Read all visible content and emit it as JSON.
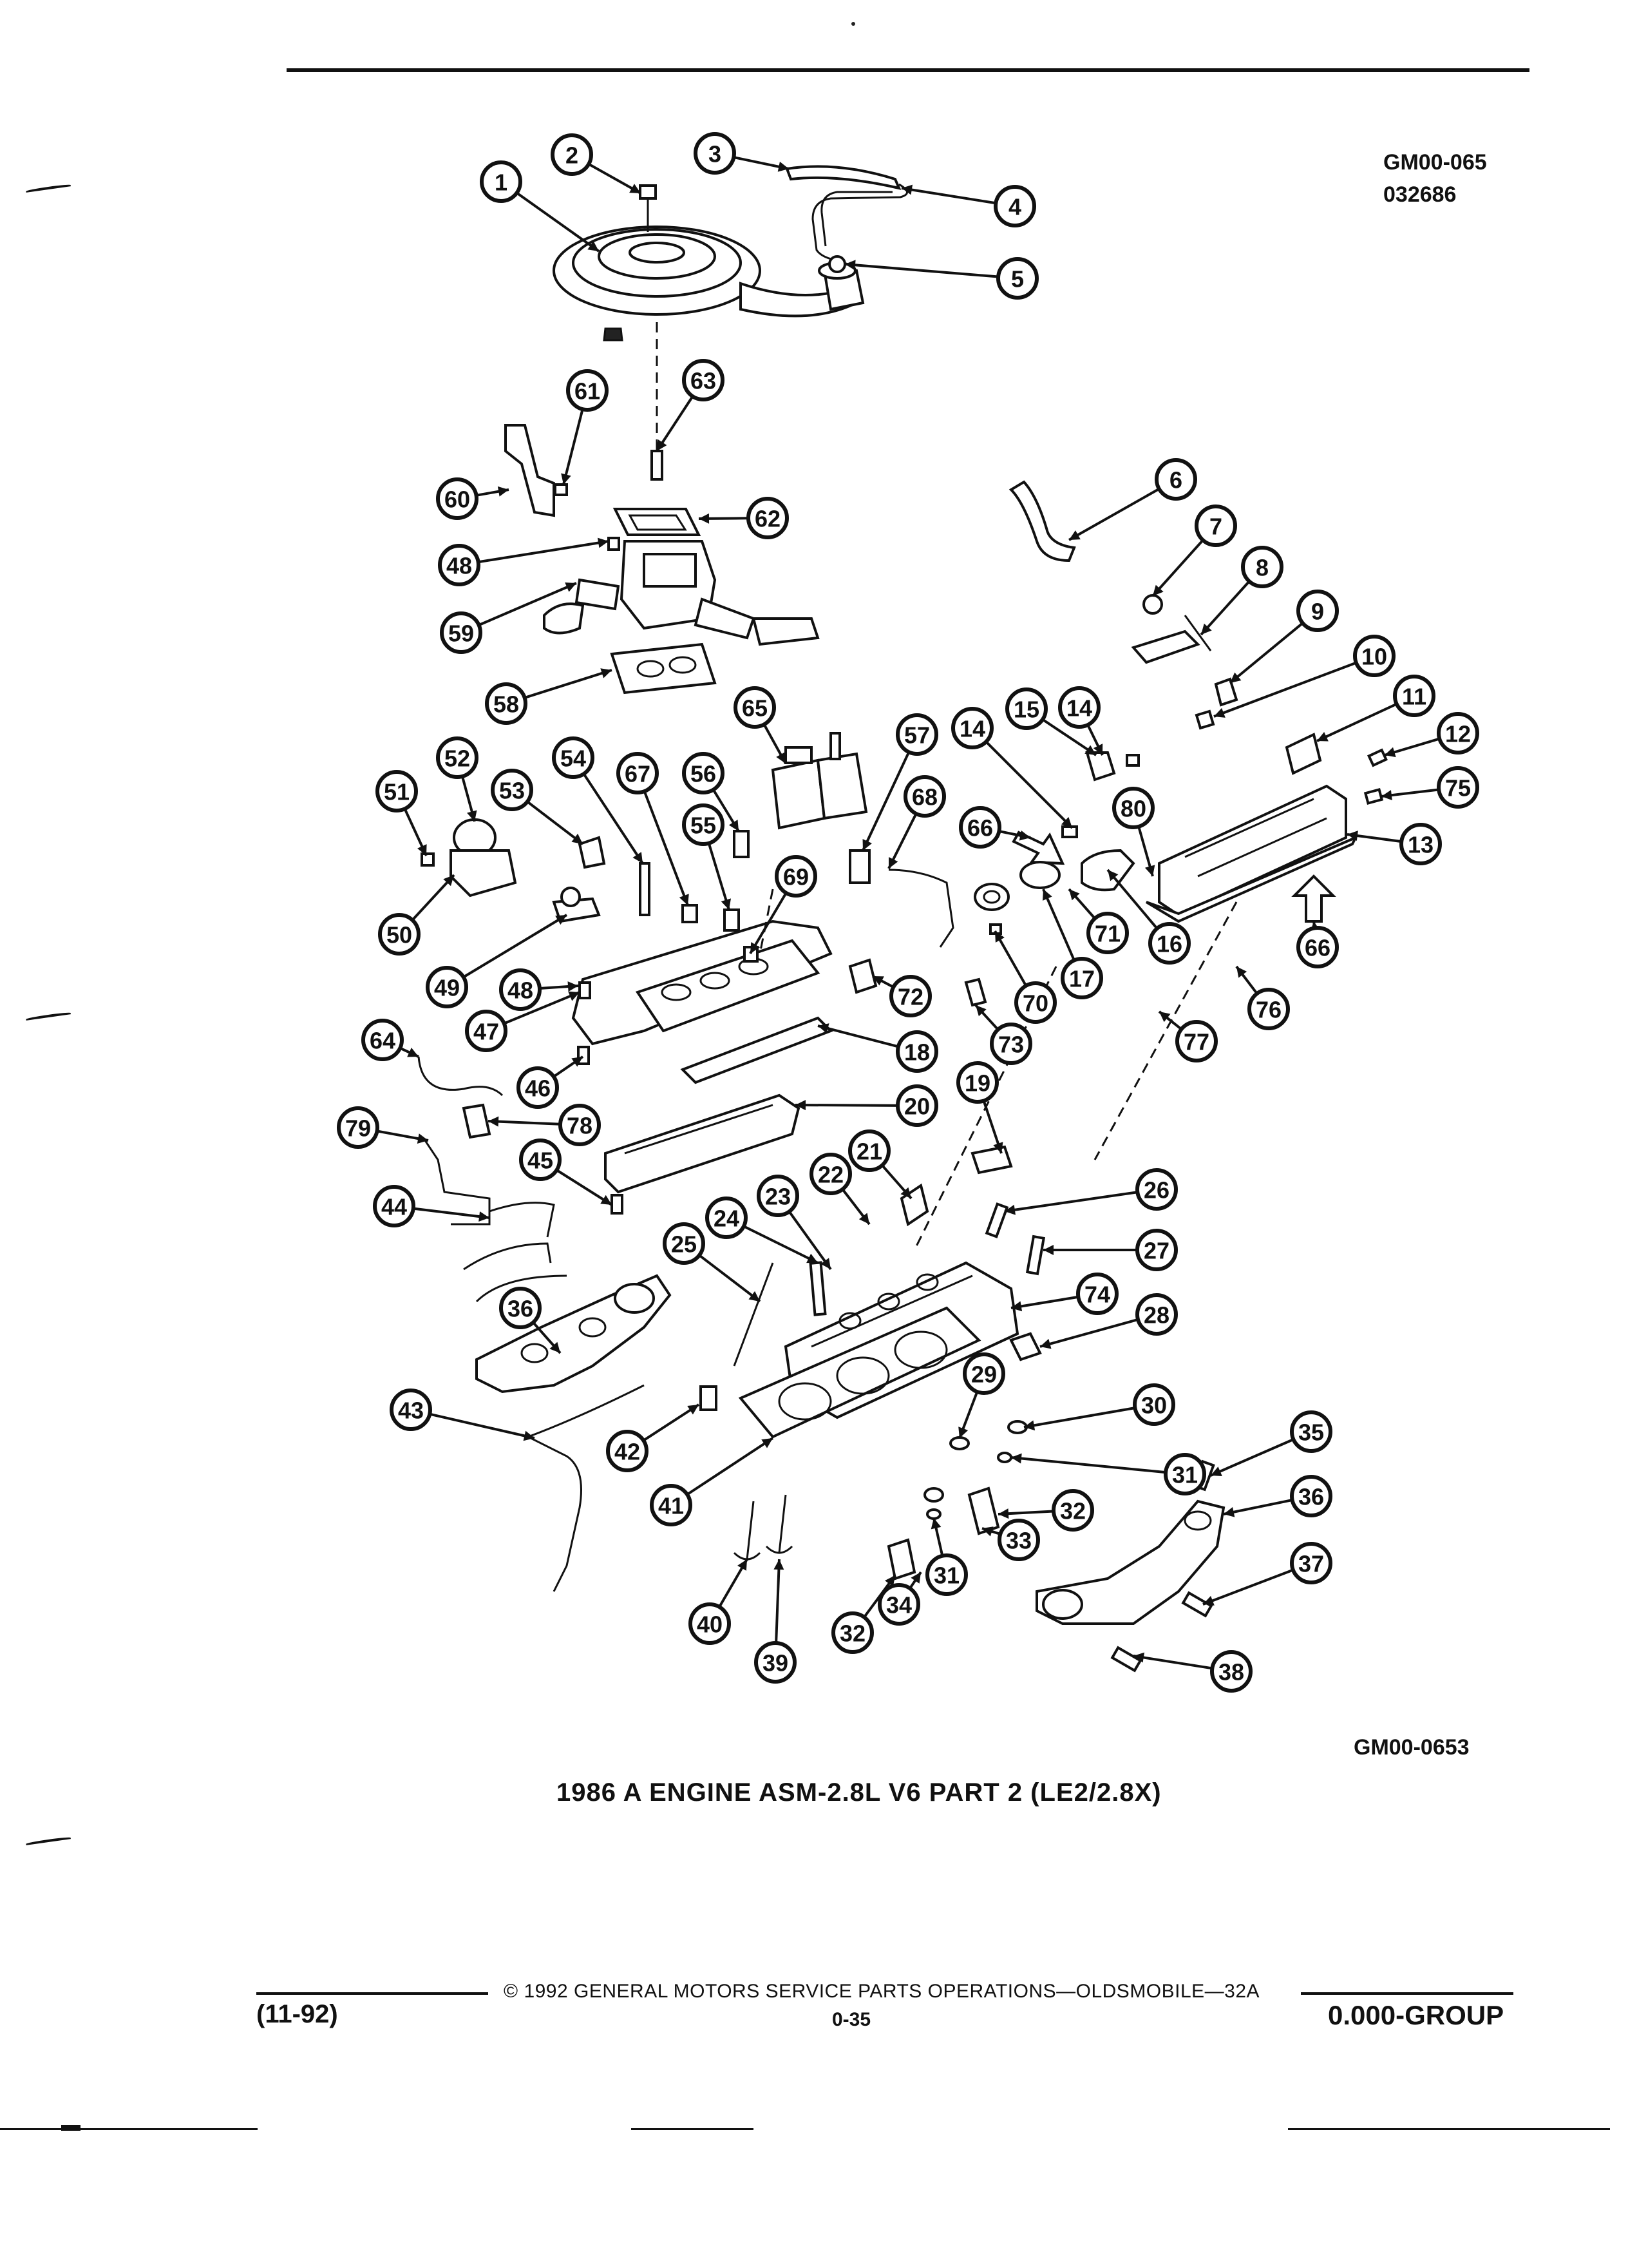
{
  "header": {
    "code_primary": "GM00-065",
    "code_secondary": "032686"
  },
  "diagram": {
    "figure_code": "GM00-0653",
    "title": "1986 A ENGINE ASM-2.8L V6 PART 2 (LE2/2.8X)",
    "callout_labels": [
      "1",
      "2",
      "3",
      "4",
      "5",
      "6",
      "7",
      "8",
      "9",
      "10",
      "11",
      "12",
      "13",
      "14",
      "14",
      "15",
      "16",
      "17",
      "18",
      "19",
      "20",
      "21",
      "22",
      "23",
      "24",
      "25",
      "26",
      "27",
      "28",
      "29",
      "30",
      "31",
      "31",
      "32",
      "32",
      "33",
      "34",
      "35",
      "36",
      "36",
      "37",
      "38",
      "39",
      "40",
      "41",
      "42",
      "43",
      "44",
      "45",
      "46",
      "47",
      "48",
      "48",
      "49",
      "50",
      "51",
      "52",
      "53",
      "54",
      "55",
      "56",
      "57",
      "58",
      "59",
      "60",
      "61",
      "62",
      "63",
      "64",
      "65",
      "66",
      "66",
      "67",
      "68",
      "69",
      "70",
      "71",
      "72",
      "73",
      "74",
      "75",
      "76",
      "77",
      "78",
      "79",
      "80"
    ]
  },
  "footer": {
    "date": "(11-92)",
    "copyright": "© 1992 GENERAL MOTORS SERVICE PARTS OPERATIONS—OLDSMOBILE—32A",
    "page": "0-35",
    "group": "0.000-GROUP"
  }
}
